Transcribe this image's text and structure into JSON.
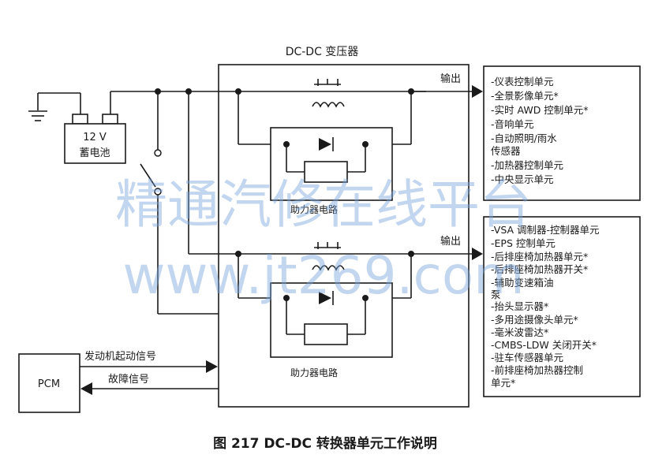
{
  "converter": {
    "title": "DC-DC 变压器"
  },
  "battery": {
    "voltage": "12 V",
    "label": "蓄电池"
  },
  "booster": {
    "label": "助力器电路"
  },
  "outputs": [
    {
      "label": "输出"
    },
    {
      "label": "输出"
    }
  ],
  "pcm": {
    "label": "PCM",
    "signal_in": "发动机起动信号",
    "signal_out": "故障信号"
  },
  "loads_group_1": [
    "-仪表控制单元",
    "-全景影像单元*",
    "-实时 AWD 控制单元*",
    "-音响单元",
    "-自动照明/雨水",
    "传感器",
    "-加热器控制单元",
    "-中央显示单元"
  ],
  "loads_group_2": [
    "-VSA 调制器-控制器单元",
    "-EPS 控制单元",
    "-后排座椅加热器单元*",
    "-后排座椅加热器开关*",
    "-辅助变速箱油",
    "泵",
    "-抬头显示器*",
    "-多用途摄像头单元*",
    "-毫米波雷达*",
    "-CMBS-LDW 关闭开关*",
    "-驻车传感器单元",
    "-前排座椅加热器控制",
    "单元*"
  ],
  "watermark": {
    "line1": "精通汽修在线平台",
    "line2": "www.jt269.com"
  },
  "caption": "图 217  DC-DC 转换器单元工作说明"
}
